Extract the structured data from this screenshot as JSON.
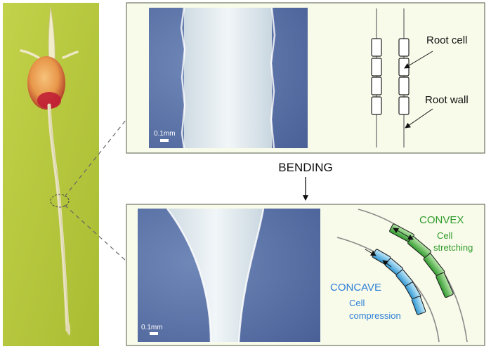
{
  "top_panel": {
    "scale_label": "0.1mm",
    "root_cell_label": "Root cell",
    "root_wall_label": "Root wall"
  },
  "bending_label": "BENDING",
  "bottom_panel": {
    "scale_label": "0.1mm",
    "convex_label": "CONVEX",
    "convex_desc_line1": "Cell",
    "convex_desc_line2": "stretching",
    "concave_label": "CONCAVE",
    "concave_desc_line1": "Cell",
    "concave_desc_line2": "compression"
  },
  "colors": {
    "panel_bg": "#f8fbe9",
    "panel_border": "#6e7564",
    "photo_bg": "#b8c93e",
    "micro_blue": "#5b72a6",
    "root_white": "#e6eef3",
    "convex_green": "#2e9a2a",
    "concave_blue": "#2f80d8",
    "cell_green": "#4fb548",
    "cell_blue": "#55b7e6"
  }
}
